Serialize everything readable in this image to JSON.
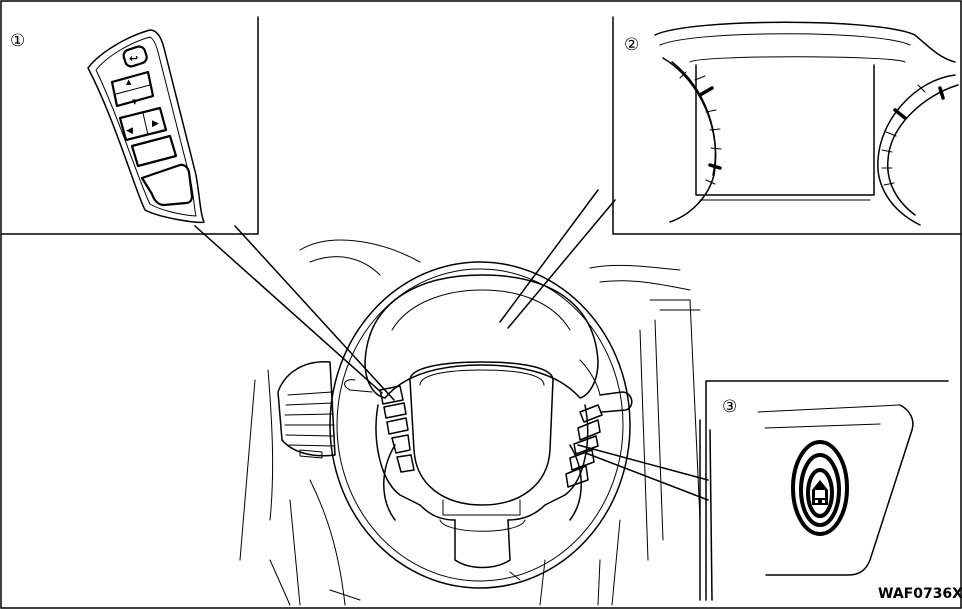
{
  "callouts": {
    "one": "①",
    "two": "②",
    "three": "③"
  },
  "figure_code": "WAF0736X"
}
